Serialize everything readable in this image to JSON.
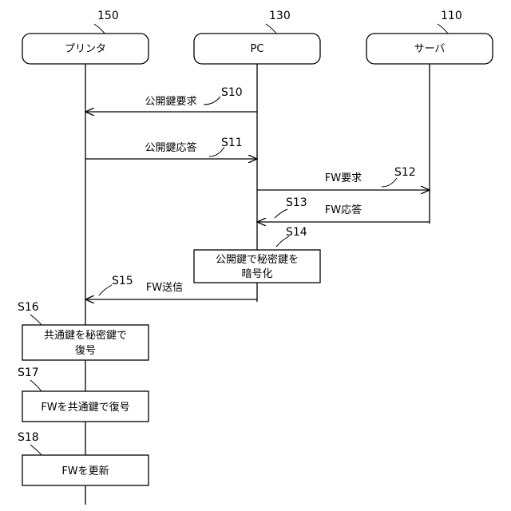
{
  "participants": [
    {
      "ref": "150",
      "label": "プリンタ"
    },
    {
      "ref": "130",
      "label": "PC"
    },
    {
      "ref": "110",
      "label": "サーバ"
    }
  ],
  "messages": [
    {
      "step": "S10",
      "label": "公開鍵要求",
      "from": 1,
      "to": 0
    },
    {
      "step": "S11",
      "label": "公開鍵応答",
      "from": 0,
      "to": 1
    },
    {
      "step": "S12",
      "label": "FW要求",
      "from": 1,
      "to": 2
    },
    {
      "step": "S13",
      "label": "FW応答",
      "from": 2,
      "to": 1
    },
    {
      "step": "S15",
      "label": "FW送信",
      "from": 1,
      "to": 0
    }
  ],
  "processes": [
    {
      "step": "S14",
      "lines": [
        "公開鍵で秘密鍵を",
        "暗号化"
      ],
      "lane": 1
    },
    {
      "step": "S16",
      "lines": [
        "共通鍵を秘密鍵で",
        "復号"
      ],
      "lane": 0
    },
    {
      "step": "S17",
      "lines": [
        "FWを共通鍵で復号"
      ],
      "lane": 0
    },
    {
      "step": "S18",
      "lines": [
        "FWを更新"
      ],
      "lane": 0
    }
  ]
}
